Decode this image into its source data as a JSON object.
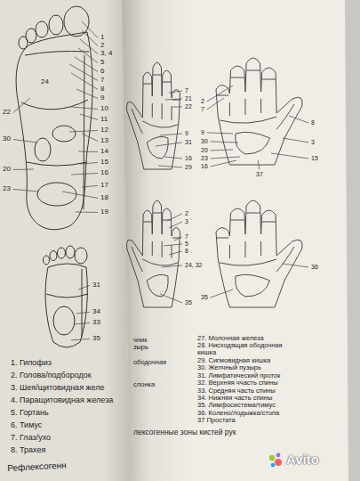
{
  "diagram": {
    "labels": [
      "1",
      "2",
      "3, 4",
      "5",
      "6",
      "7",
      "8",
      "9",
      "10",
      "11",
      "12",
      "13",
      "14",
      "15",
      "16",
      "17",
      "18",
      "19",
      "24",
      "22",
      "30",
      "20",
      "23",
      "31",
      "34",
      "33",
      "35",
      "7",
      "21",
      "22",
      "9",
      "31",
      "16",
      "29",
      "2",
      "7",
      "9",
      "30",
      "20",
      "23",
      "16",
      "8",
      "3",
      "15",
      "37",
      "2",
      "3",
      "7",
      "5",
      "8",
      "24, 32",
      "35",
      "36",
      "35",
      "чник",
      "зырь",
      "ободочная",
      "слонка",
      "27. Молочная железа",
      "28. Нисходящая ободочная кишка",
      "29. Сигмовидная кишка",
      "30. Желчный пузырь",
      "31. Лимфатический проток",
      "32. Верхняя ччасть спины",
      "33. Средняя часть спины",
      "34. Нижняя часть спины",
      "35. Лимфосистема/тимус",
      "36. Колено/лодыжка/стопа",
      "37 Простата",
      "лексогенные зоны кистей рук",
      "1. Гипофиз",
      "2. Голова/подбородок",
      "3. Шея/щитовидная желе",
      "4. Паращитовидная железа",
      "5. Гортань",
      "6. Тимус",
      "7. Глаз/ухо",
      "8. Трахея",
      "Рефлексогенн",
      "Avito"
    ]
  }
}
